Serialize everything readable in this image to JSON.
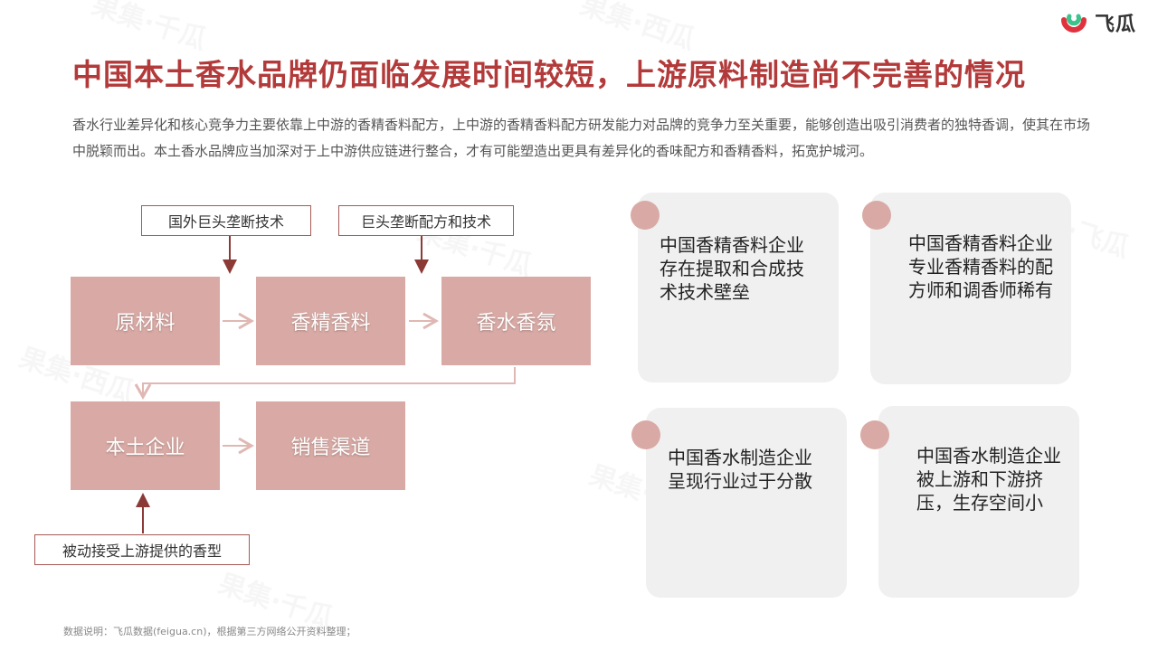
{
  "brand": {
    "name": "飞瓜",
    "colors": {
      "red": "#e0323c",
      "green": "#3cc28a"
    }
  },
  "title": "中国本土香水品牌仍面临发展时间较短，上游原料制造尚不完善的情况",
  "intro": "香水行业差异化和核心竞争力主要依靠上中游的香精香料配方，上中游的香精香料配方研发能力对品牌的竞争力至关重要，能够创造出吸引消费者的独特香调，使其在市场中脱颖而出。本土香水品牌应当加深对于上中游供应链进行整合，才有可能塑造出更具有差异化的香味配方和香精香料，拓宽护城河。",
  "flow": {
    "labels": {
      "foreign": "国外巨头垄断技术",
      "giant": "巨头垄断配方和技术",
      "passive": "被动接受上游提供的香型"
    },
    "boxes": {
      "raw": "原材料",
      "essence": "香精香料",
      "perfume": "香水香氛",
      "local": "本土企业",
      "sales": "销售渠道"
    }
  },
  "cards": [
    "中国香精香料企业存在提取和合成技术技术壁垒",
    "中国香精香料企业专业香精香料的配方师和调香师稀有",
    "中国香水制造企业呈现行业过于分散",
    "中国香水制造企业被上游和下游挤压，生存空间小"
  ],
  "footer": "数据说明：飞瓜数据(feigua.cn)，根据第三方网络公开资料整理；",
  "watermarks": [
    "果集·千瓜",
    "果集·西瓜",
    "果集·飞瓜"
  ]
}
